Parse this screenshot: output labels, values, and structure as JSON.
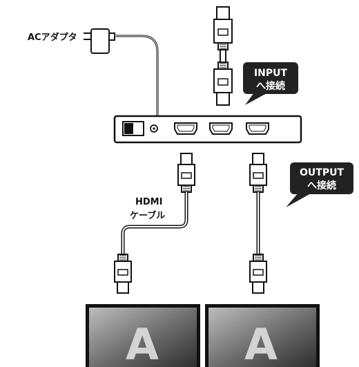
{
  "labels": {
    "ac_adapter": "ACアダプタ",
    "input_callout": [
      "INPUT",
      "へ接続"
    ],
    "output_callout": [
      "OUTPUT",
      "へ接続"
    ],
    "hdmi_cable": [
      "HDMI",
      "ケーブル"
    ]
  },
  "screens": {
    "left_letter": "A",
    "right_letter": "A"
  },
  "colors": {
    "callout_bg": "#222222",
    "screen_dark": "#3a3a3a",
    "screen_light": "#c9c9c9",
    "line": "#111111"
  }
}
